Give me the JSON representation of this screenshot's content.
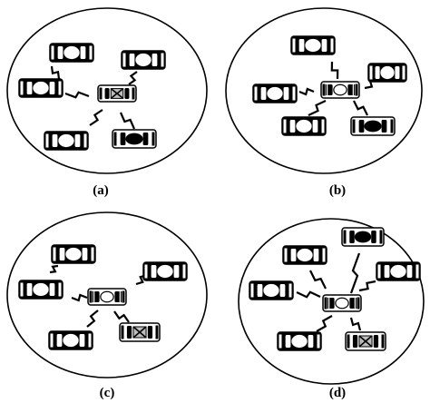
{
  "panels": [
    {
      "label": "(a)",
      "cars": [
        {
          "style": "dark"
        },
        {
          "style": "dark"
        },
        {
          "style": "dark"
        },
        {
          "style": "hub-cross"
        },
        {
          "style": "dark"
        },
        {
          "style": "light-dark"
        }
      ]
    },
    {
      "label": "(b)",
      "cars": [
        {
          "style": "dark"
        },
        {
          "style": "dark"
        },
        {
          "style": "dark"
        },
        {
          "style": "hub-stripe"
        },
        {
          "style": "dark"
        },
        {
          "style": "light-dark"
        }
      ]
    },
    {
      "label": "(c)",
      "cars": [
        {
          "style": "dark"
        },
        {
          "style": "dark"
        },
        {
          "style": "dark"
        },
        {
          "style": "hub-stripe"
        },
        {
          "style": "dark"
        },
        {
          "style": "light-cross"
        }
      ]
    },
    {
      "label": "(d)",
      "cars": [
        {
          "style": "dark"
        },
        {
          "style": "light-dark"
        },
        {
          "style": "dark"
        },
        {
          "style": "dark"
        },
        {
          "style": "hub-stripe"
        },
        {
          "style": "dark"
        },
        {
          "style": "light-cross"
        }
      ]
    }
  ],
  "colors": {
    "ink": "#000000",
    "paper": "#ffffff",
    "glass": "#bdbdbd"
  }
}
